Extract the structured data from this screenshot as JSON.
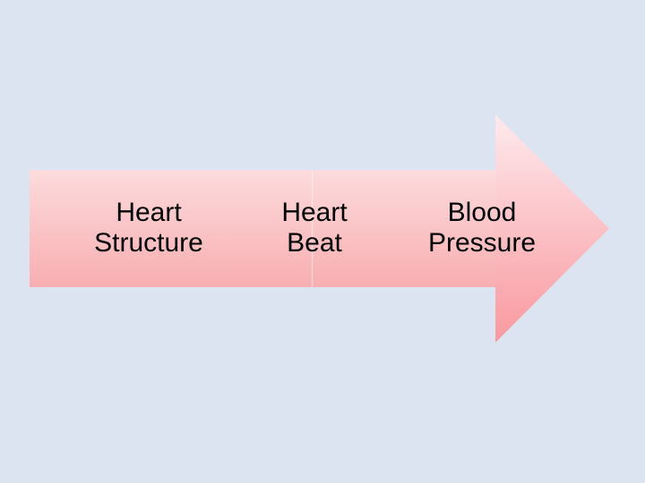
{
  "slide": {
    "background_color": "#dbe4f0",
    "text_color": "#000000",
    "arrow": {
      "kind": "process-arrow-right",
      "body_gradient": [
        "#fcdbdc",
        "#f8aeb1"
      ],
      "head_gradient": [
        "#fdeaed",
        "#f9999f"
      ],
      "seam_color": "#ffffff",
      "steps": [
        {
          "text": "Heart\nStructure"
        },
        {
          "text": "Heart\nBeat"
        },
        {
          "text": "Blood\nPressure"
        }
      ]
    }
  }
}
